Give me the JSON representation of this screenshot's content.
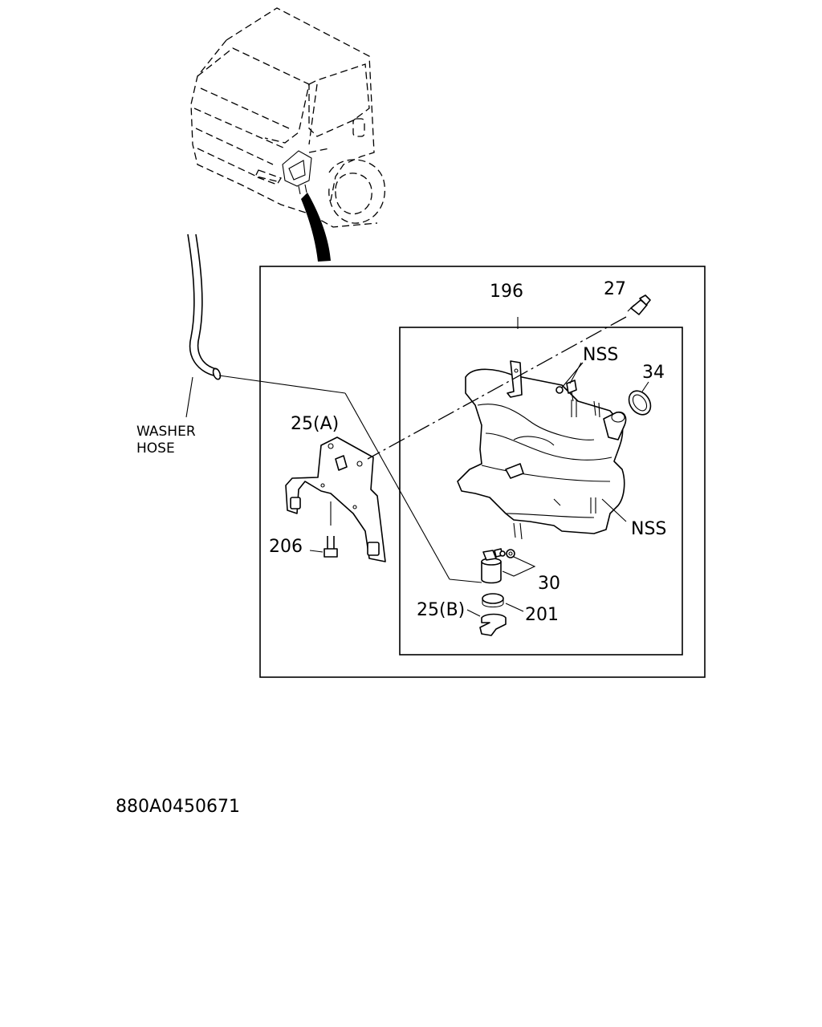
{
  "callouts": {
    "p196": "196",
    "p27": "27",
    "nss_top": "NSS",
    "p34": "34",
    "p25a": "25(A)",
    "washer_hose_line1": "WASHER",
    "washer_hose_line2": "HOSE",
    "p206": "206",
    "nss_right": "NSS",
    "p30": "30",
    "p25b": "25(B)",
    "p201": "201"
  },
  "diagram_code": "880A0450671",
  "colors": {
    "ink": "#000000",
    "paper": "#ffffff"
  }
}
